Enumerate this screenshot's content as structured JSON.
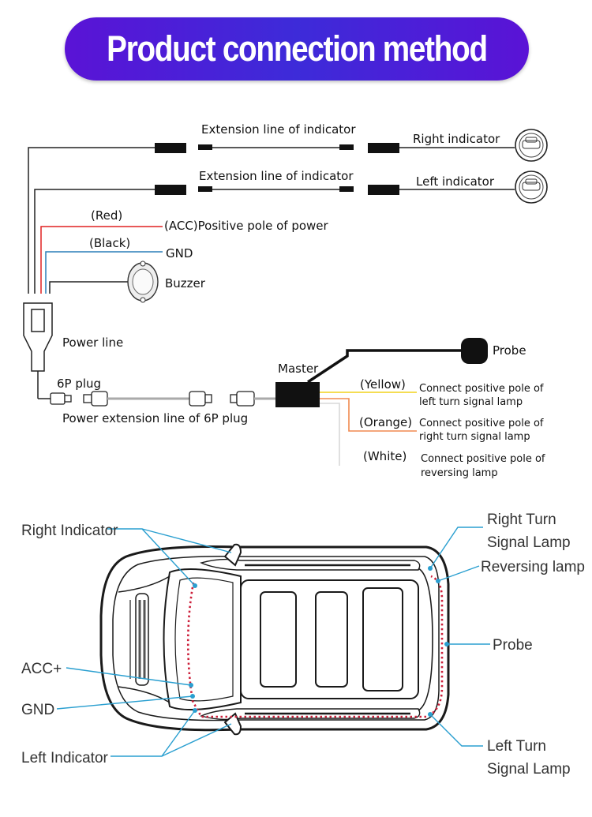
{
  "title": "Product connection method",
  "wiring": {
    "ext_line_1": "Extension line of indicator",
    "ext_line_2": "Extension line of indicator",
    "right_indicator": "Right indicator",
    "left_indicator": "Left indicator",
    "red_wire": "(Red)",
    "acc_label": "(ACC)Positive pole of power",
    "black_wire": "(Black)",
    "gnd_label": "GND",
    "buzzer": "Buzzer",
    "power_line": "Power line",
    "plug_6p": "6P plug",
    "power_ext": "Power extension line of 6P plug",
    "master": "Master",
    "probe": "Probe",
    "yellow": "(Yellow)",
    "yellow_desc_1": "Connect positive pole of",
    "yellow_desc_2": "left turn signal lamp",
    "orange": "(Orange)",
    "orange_desc_1": "Connect positive pole of",
    "orange_desc_2": "right turn signal lamp",
    "white": "(White)",
    "white_desc_1": "Connect positive pole of",
    "white_desc_2": "reversing lamp"
  },
  "car": {
    "right_indicator": "Right Indicator",
    "acc": "ACC+",
    "gnd": "GND",
    "left_indicator": "Left Indicator",
    "right_turn_1": "Right Turn",
    "right_turn_2": "Signal Lamp",
    "reversing_lamp": "Reversing lamp",
    "probe": "Probe",
    "left_turn_1": "Left Turn",
    "left_turn_2": "Signal Lamp"
  },
  "colors": {
    "banner": "#4a1fd8",
    "red_wire": "#e02020",
    "blue_wire": "#2a7fb8",
    "yellow_wire": "#f2d21a",
    "orange_wire": "#f08a50",
    "white_wire": "#d8d8d8",
    "callout": "#2a9fd0",
    "probe_path": "#cc1f3a"
  }
}
